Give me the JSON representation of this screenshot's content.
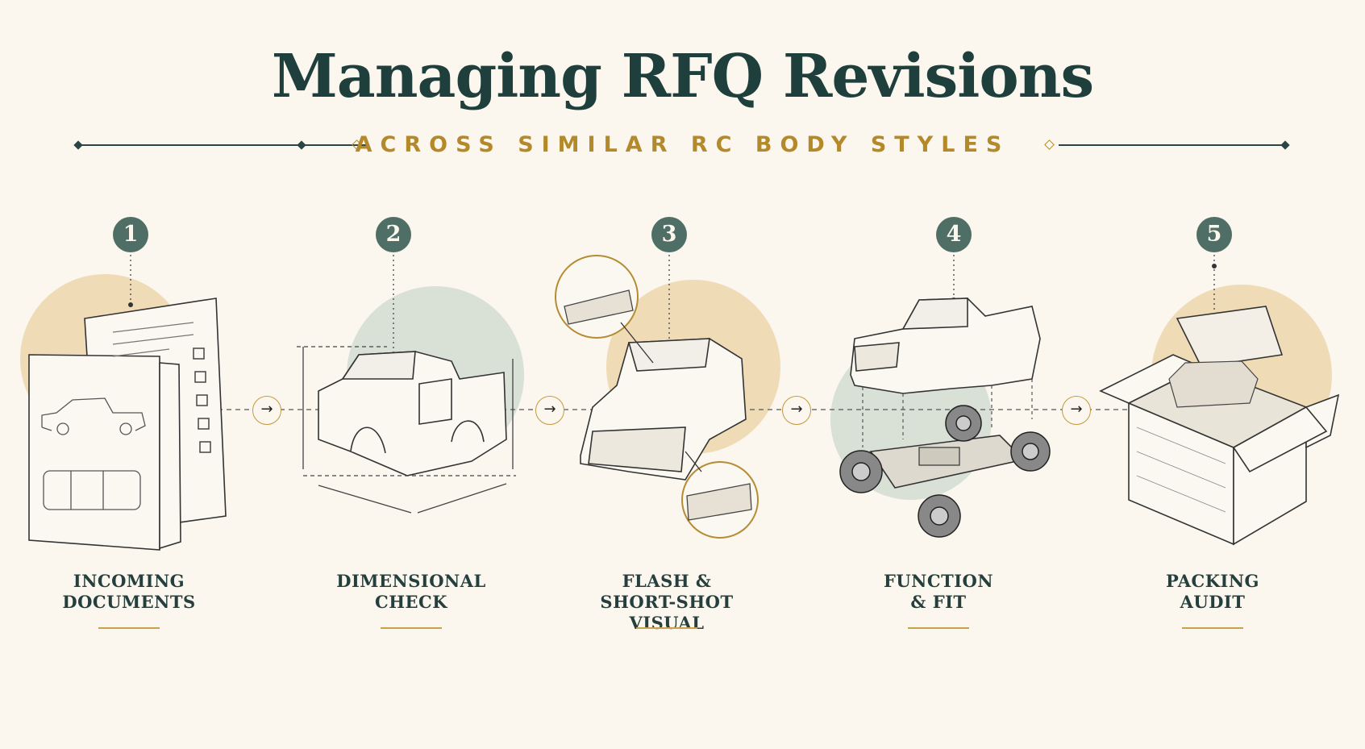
{
  "title": "Managing RFQ Revisions",
  "subtitle": "ACROSS SIMILAR RC BODY STYLES",
  "steps": [
    {
      "number": "1",
      "line1": "INCOMING",
      "line2": "DOCUMENTS"
    },
    {
      "number": "2",
      "line1": "DIMENSIONAL",
      "line2": "CHECK"
    },
    {
      "number": "3",
      "line1": "FLASH &",
      "line2": "SHORT-SHOT VISUAL"
    },
    {
      "number": "4",
      "line1": "FUNCTION",
      "line2": "& FIT"
    },
    {
      "number": "5",
      "line1": "PACKING",
      "line2": "AUDIT"
    }
  ],
  "arrow_glyph": "→",
  "colors": {
    "background": "#fbf7ee",
    "title": "#1f3f3d",
    "accent_gold": "#b4892a",
    "badge": "#4f6f66",
    "sage_blob": "#d9e0d6",
    "gold_blob": "#ecd7ad"
  },
  "icons": [
    "document-stack-icon",
    "truck-body-measure-icon",
    "magnifier-detail-icon",
    "truck-chassis-icon",
    "open-box-icon"
  ]
}
